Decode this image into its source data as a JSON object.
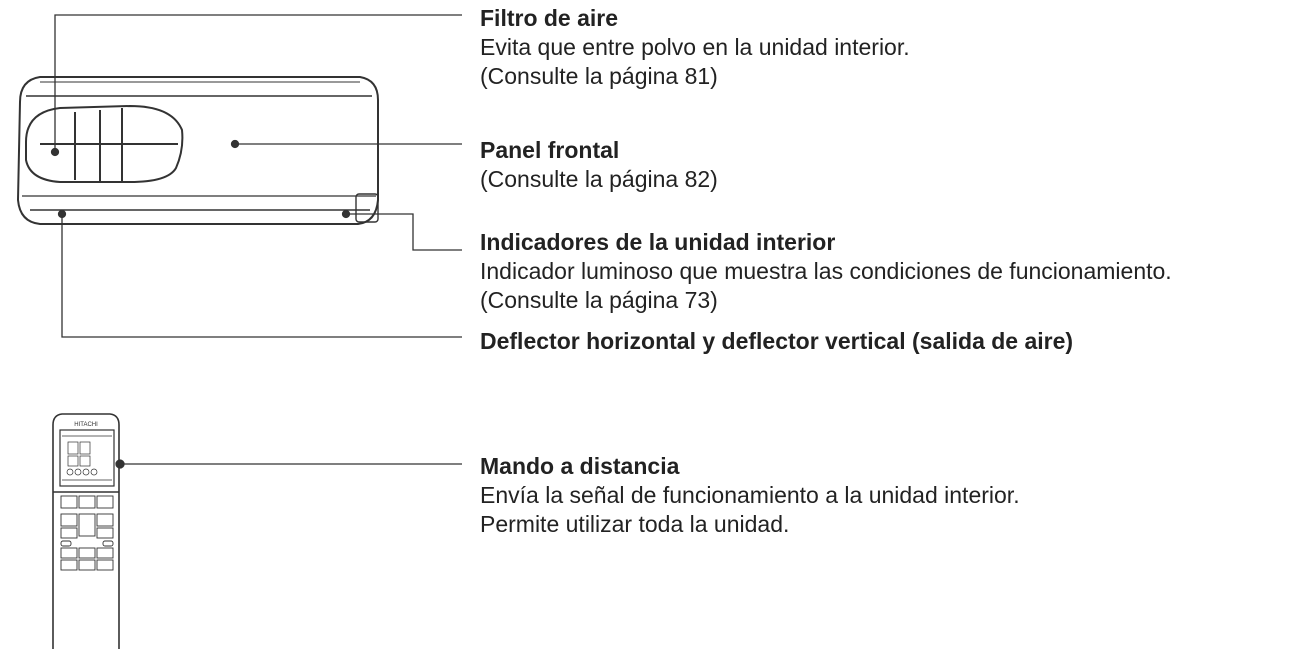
{
  "callouts": {
    "air_filter": {
      "title": "Filtro de aire",
      "lines": [
        "Evita que entre polvo en la unidad interior.",
        "(Consulte la página 81)"
      ]
    },
    "front_panel": {
      "title": "Panel frontal",
      "lines": [
        "(Consulte la página 82)"
      ]
    },
    "indicators": {
      "title": "Indicadores de la unidad interior",
      "lines": [
        "Indicador luminoso que muestra las condiciones de funcionamiento.",
        "(Consulte la página 73)"
      ]
    },
    "deflector": {
      "title": "Deflector horizontal y deflector vertical (salida de aire)",
      "lines": []
    },
    "remote": {
      "title": "Mando a distancia",
      "lines": [
        "Envía la señal de funcionamiento a la unidad interior.",
        "Permite utilizar toda la unidad."
      ]
    }
  },
  "remote_brand": "HITACHI",
  "colors": {
    "line": "#333333",
    "text": "#222222"
  }
}
